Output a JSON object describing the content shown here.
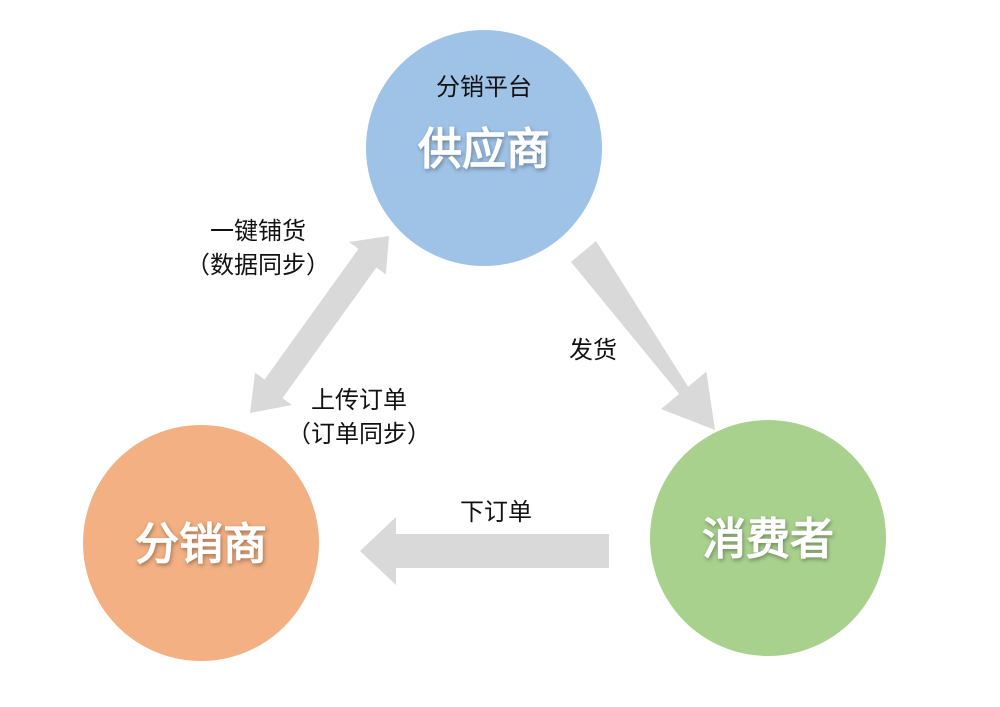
{
  "nodes": {
    "supplier": {
      "title": "供应商",
      "subtitle": "分销平台",
      "color": "#9fc2e7"
    },
    "distributor": {
      "title": "分销商",
      "color": "#f2b083"
    },
    "consumer": {
      "title": "消费者",
      "color": "#a9d18e"
    }
  },
  "edges": {
    "distributor_supplier": {
      "label_line1": "一键铺货",
      "label_line2": "（数据同步）",
      "label_line3": "上传订单",
      "label_line4": "（订单同步）"
    },
    "supplier_consumer": {
      "label": "发货"
    },
    "consumer_distributor": {
      "label": "下订单"
    }
  },
  "arrow_color": "#d9d9d9"
}
